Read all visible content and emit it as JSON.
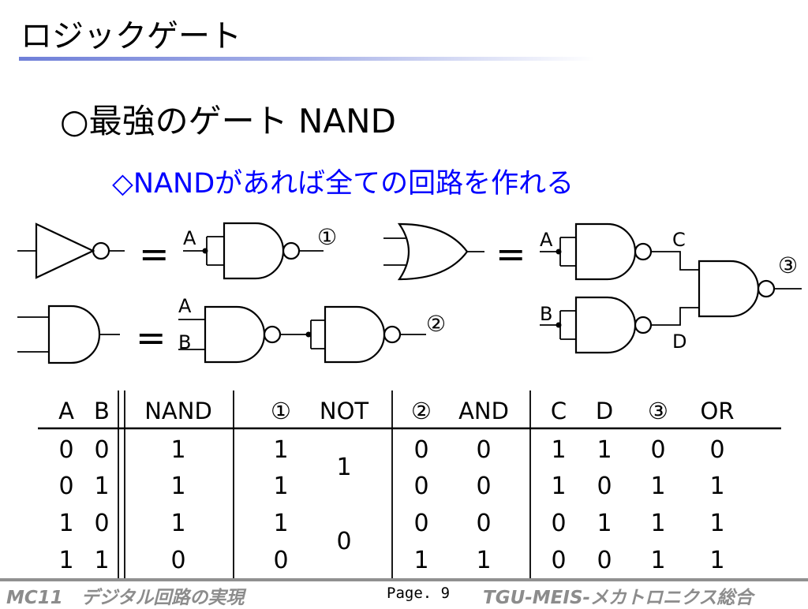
{
  "slide": {
    "title": "ロジックゲート",
    "heading": "○最強のゲート NAND",
    "subheading": "◇NANDがあれば全ての回路を作れる"
  },
  "diagram": {
    "equals": "=",
    "not_label_a": "A",
    "not_marker": "①",
    "or_label_a": "A",
    "or_label_b": "B",
    "or_label_c": "C",
    "or_label_d": "D",
    "or_marker": "③",
    "and_label_a": "A",
    "and_label_b": "B",
    "and_marker": "②"
  },
  "truth_table": {
    "headers": [
      "A",
      "B",
      "NAND",
      "①",
      "NOT",
      "②",
      "AND",
      "C",
      "D",
      "③",
      "OR"
    ],
    "rows": [
      {
        "a": "0",
        "b": "0",
        "nand": "1",
        "m1": "1",
        "m2": "0",
        "and": "0",
        "c": "1",
        "d": "1",
        "m3": "0",
        "or": "0"
      },
      {
        "a": "0",
        "b": "1",
        "nand": "1",
        "m1": "1",
        "m2": "0",
        "and": "0",
        "c": "1",
        "d": "0",
        "m3": "1",
        "or": "1"
      },
      {
        "a": "1",
        "b": "0",
        "nand": "1",
        "m1": "1",
        "m2": "0",
        "and": "0",
        "c": "0",
        "d": "1",
        "m3": "1",
        "or": "1"
      },
      {
        "a": "1",
        "b": "1",
        "nand": "0",
        "m1": "0",
        "m2": "1",
        "and": "1",
        "c": "0",
        "d": "0",
        "m3": "1",
        "or": "1"
      }
    ],
    "not_merged": [
      "1",
      "0"
    ],
    "muted_color": "#b0b0b0"
  },
  "footer": {
    "left": "MC11　デジタル回路の実現",
    "page": "Page. 9",
    "right": "TGU-MEIS-メカトロニクス総合"
  }
}
